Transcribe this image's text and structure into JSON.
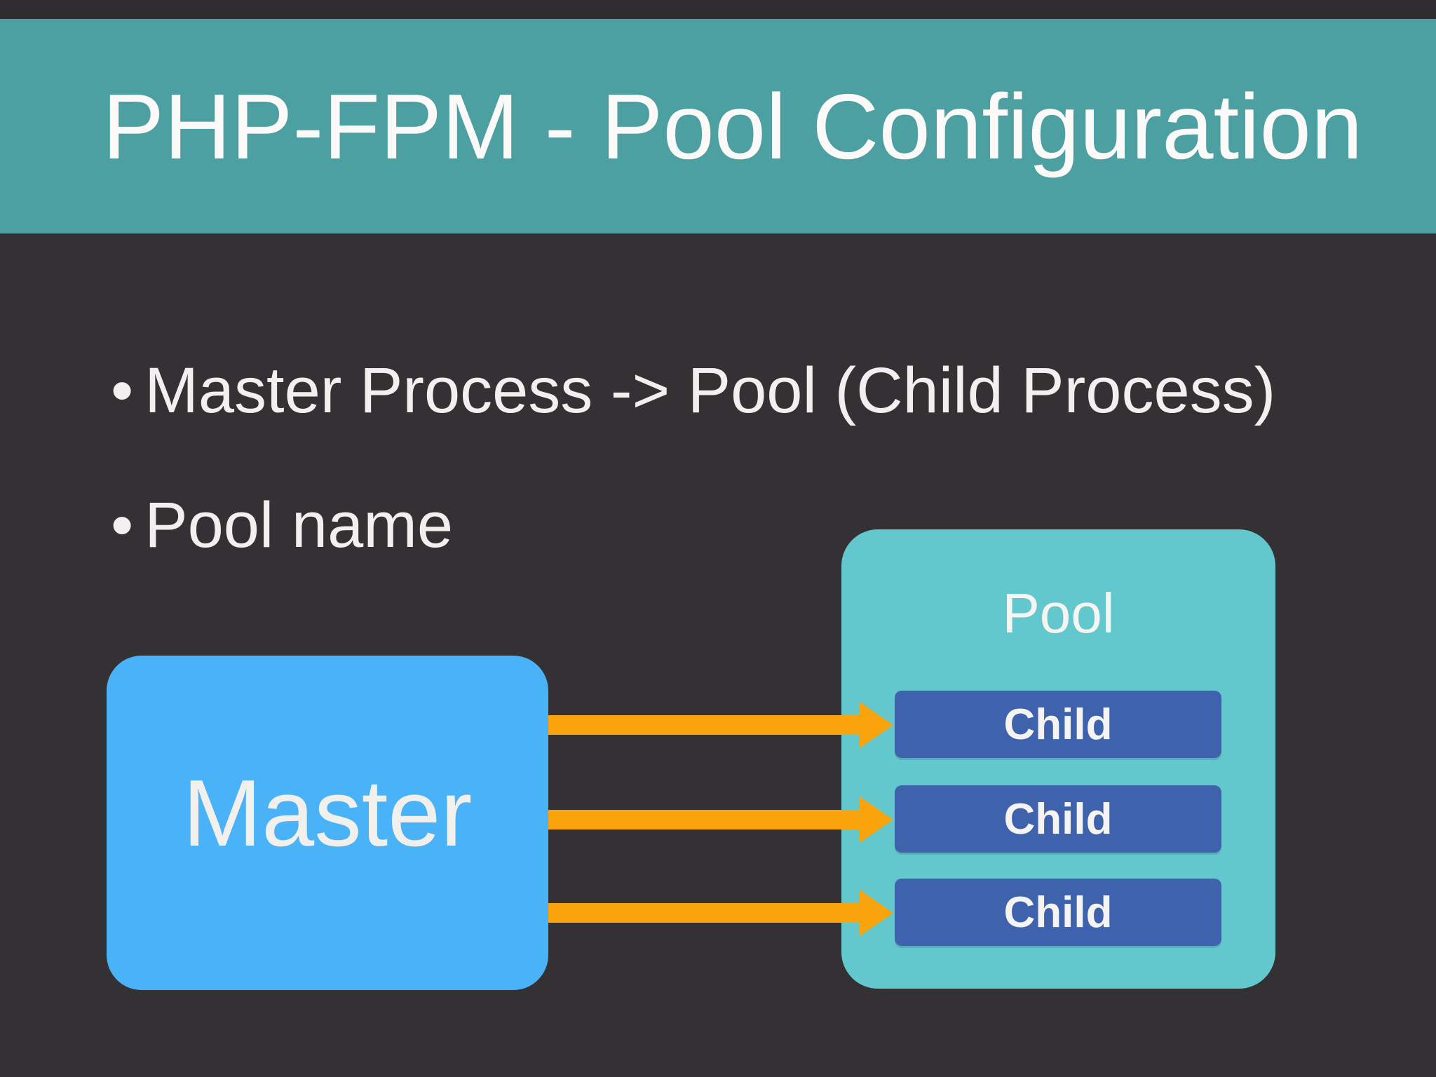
{
  "slide": {
    "title": "PHP-FPM - Pool Configuration"
  },
  "bullets": {
    "glyph": "•",
    "items": [
      "Master Process -> Pool (Child Process)",
      "Pool name"
    ]
  },
  "diagram": {
    "master": {
      "label": "Master",
      "color": "#4AB2F6"
    },
    "pool": {
      "label": "Pool",
      "color": "#62C8CD"
    },
    "children": [
      {
        "label": "Child"
      },
      {
        "label": "Child"
      },
      {
        "label": "Child"
      }
    ],
    "child_color": "#3E63AC",
    "arrow_color": "#F9A30D"
  },
  "colors": {
    "header_background": "#4CA0A2",
    "body_background": "#343135",
    "top_strip": "#302D31",
    "text": "#F2F0EE"
  }
}
